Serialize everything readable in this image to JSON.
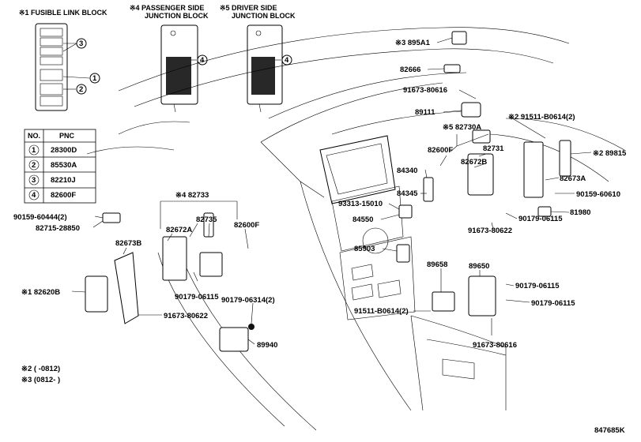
{
  "headers": {
    "fusible_link_block": "※1 FUSIBLE LINK BLOCK",
    "passenger_side_1": "※4 PASSENGER SIDE",
    "passenger_side_2": "JUNCTION BLOCK",
    "driver_side_1": "※5 DRIVER SIDE",
    "driver_side_2": "JUNCTION BLOCK"
  },
  "callouts": {
    "c1": "1",
    "c2": "2",
    "c3": "3",
    "c4a": "4",
    "c4b": "4"
  },
  "table": {
    "col_no": "NO.",
    "col_pnc": "PNC",
    "rows": [
      {
        "no": "1",
        "pnc": "28300D"
      },
      {
        "no": "2",
        "pnc": "85530A"
      },
      {
        "no": "3",
        "pnc": "82210J"
      },
      {
        "no": "4",
        "pnc": "82600F"
      }
    ]
  },
  "parts": {
    "p895A1": "※3 895A1",
    "p82666": "82666",
    "p91673_80616_top": "91673-80616",
    "p89111": "89111",
    "p91511_B0614_2_top": "※2 91511-B0614(2)",
    "p82730A": "※5 82730A",
    "p82600F_mid": "82600F",
    "p82731": "82731",
    "p82672B": "82672B",
    "p89815": "※2 89815",
    "p84340": "84340",
    "p82673A": "82673A",
    "p90159_60610": "90159-60610",
    "p84345": "84345",
    "p93313_15010": "93313-15010",
    "p81980": "81980",
    "p84550": "84550",
    "p90179_06115_a": "90179-06115",
    "p91673_80622_mid": "91673-80622",
    "p85903": "85903",
    "p89658": "89658",
    "p89650": "89650",
    "p90179_06115_b": "90179-06115",
    "p90179_06115_c": "90179-06115",
    "p91511_B0614_2_bot": "91511-B0614(2)",
    "p91673_80616_bot": "91673-80616",
    "p82733": "※4 82733",
    "p82735": "82735",
    "p82600F_left": "82600F",
    "p82672A": "82672A",
    "p90159_60444": "90159-60444(2)",
    "p82715_28850": "82715-28850",
    "p82673B": "82673B",
    "p82620B": "※1 82620B",
    "p90179_06115_d": "90179-06115",
    "p90179_06314": "90179-06314(2)",
    "p91673_80622_left": "91673-80622",
    "p89940": "89940"
  },
  "notes": {
    "n2": "※2 (     -0812)",
    "n3": "※3 (0812-     )"
  },
  "figure_id": "847685K"
}
